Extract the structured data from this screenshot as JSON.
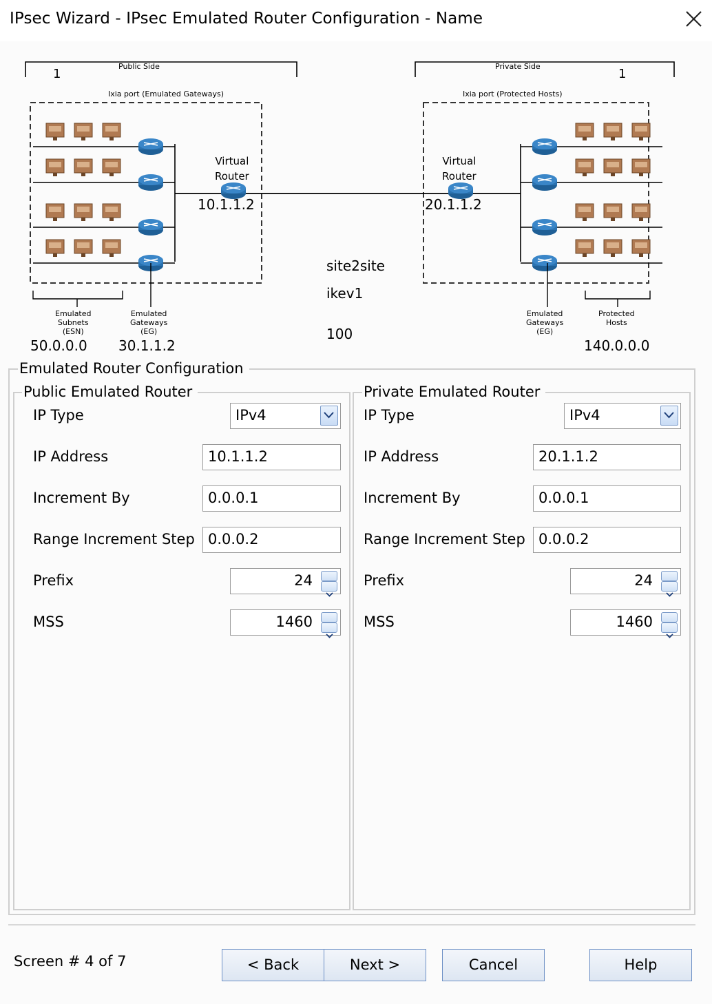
{
  "window": {
    "title": "IPsec Wizard - IPsec Emulated Router Configuration - Name"
  },
  "diagram": {
    "public_side": {
      "label": "Public Side",
      "count": "1",
      "port_label": "Ixia port (Emulated Gateways)"
    },
    "private_side": {
      "label": "Private Side",
      "count": "1",
      "port_label": "Ixia port  (Protected Hosts)"
    },
    "virtual_router_label": "Virtual\nRouter",
    "public_router_ip": "10.1.1.2",
    "private_router_ip": "20.1.1.2",
    "mode": "site2site",
    "ike_version": "ikev1",
    "tunnel_count": "100",
    "bottom_labels": {
      "emulated_subnets": "Emulated\nSubnets\n(ESN)",
      "emulated_gateways_left": "Emulated\nGateways\n(EG)",
      "emulated_gateways_right": "Emulated\nGateways\n(EG)",
      "protected_hosts": "Protected\nHosts"
    },
    "esn_ip": "50.0.0.0",
    "eg_ip": "30.1.1.2",
    "protected_hosts_ip": "140.0.0.0"
  },
  "config": {
    "group_title": "Emulated Router Configuration",
    "public": {
      "title": "Public Emulated Router",
      "ip_type_label": "IP Type",
      "ip_type_value": "IPv4",
      "ip_address_label": "IP Address",
      "ip_address_value": "10.1.1.2",
      "increment_label": "Increment By",
      "increment_value": "0.0.0.1",
      "range_step_label": "Range Increment Step",
      "range_step_value": "0.0.0.2",
      "prefix_label": "Prefix",
      "prefix_value": "24",
      "mss_label": "MSS",
      "mss_value": "1460"
    },
    "private": {
      "title": "Private Emulated Router",
      "ip_type_label": "IP Type",
      "ip_type_value": "IPv4",
      "ip_address_label": "IP Address",
      "ip_address_value": "20.1.1.2",
      "increment_label": "Increment By",
      "increment_value": "0.0.0.1",
      "range_step_label": "Range Increment Step",
      "range_step_value": "0.0.0.2",
      "prefix_label": "Prefix",
      "prefix_value": "24",
      "mss_label": "MSS",
      "mss_value": "1460"
    }
  },
  "footer": {
    "screen_indicator": "Screen # 4 of 7",
    "back_label": "< Back",
    "next_label": "Next >",
    "cancel_label": "Cancel",
    "help_label": "Help"
  },
  "colors": {
    "router": "#3a86c8",
    "host": "#b07a52",
    "button_border": "#6c8fc5"
  },
  "icons": [
    "close-icon",
    "router-icon",
    "host-computer-icon",
    "chevron-down-icon",
    "spin-up-icon",
    "spin-down-icon"
  ]
}
